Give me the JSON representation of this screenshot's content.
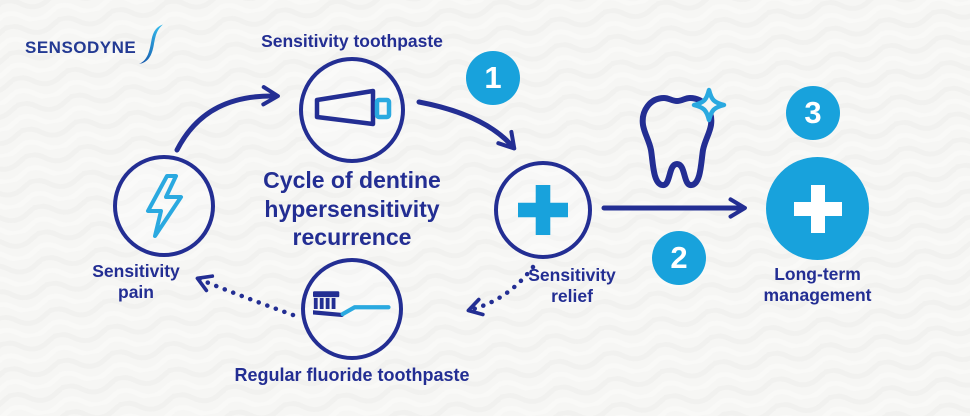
{
  "logo": {
    "brand": "SENSODYNE"
  },
  "title": "Cycle of dentine hypersensitivity recurrence",
  "cycle": {
    "toothpaste": {
      "label": "Sensitivity toothpaste",
      "icon": "toothpaste-tube-icon"
    },
    "relief": {
      "label": "Sensitivity relief",
      "icon": "plus-cross-icon"
    },
    "regular": {
      "label": "Regular fluoride toothpaste",
      "icon": "toothbrush-icon"
    },
    "pain": {
      "label": "Sensitivity pain",
      "icon": "lightning-bolt-icon"
    }
  },
  "steps": [
    {
      "number": "1"
    },
    {
      "number": "2"
    },
    {
      "number": "3"
    }
  ],
  "management": {
    "label": "Long-term management",
    "icon": "plus-cross-icon"
  },
  "tooth": {
    "icon": "sparkling-tooth-icon"
  },
  "colors": {
    "navy": "#232e93",
    "cyan_fill": "#18a2dc",
    "cyan_stroke": "#2aa9e0",
    "background": "#f6f6f4"
  }
}
